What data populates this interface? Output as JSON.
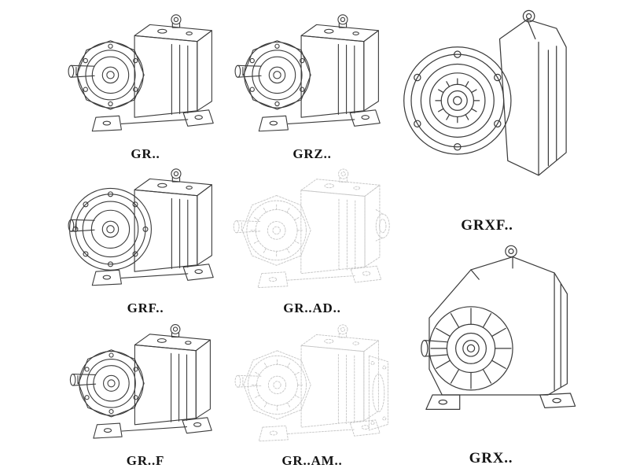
{
  "page": {
    "colors": {
      "background": "#ffffff",
      "line": "#3c3c3c",
      "ghost": "#c7c7c7",
      "label": "#141414"
    }
  },
  "catalog": {
    "description_visible": "grid of eight isometric technical line drawings of helical gear reducers",
    "items": [
      {
        "id": "gr",
        "label": "GR..",
        "style": "solid"
      },
      {
        "id": "grz",
        "label": "GRZ..",
        "style": "solid"
      },
      {
        "id": "grxf",
        "label": "GRXF..",
        "style": "solid"
      },
      {
        "id": "grf",
        "label": "GRF..",
        "style": "solid"
      },
      {
        "id": "grad",
        "label": "GR..AD..",
        "style": "ghost"
      },
      {
        "id": "grf-foot",
        "label": "GR..F",
        "style": "solid"
      },
      {
        "id": "gram",
        "label": "GR..AM..",
        "style": "ghost"
      },
      {
        "id": "grx",
        "label": "GRX..",
        "style": "solid"
      }
    ]
  }
}
